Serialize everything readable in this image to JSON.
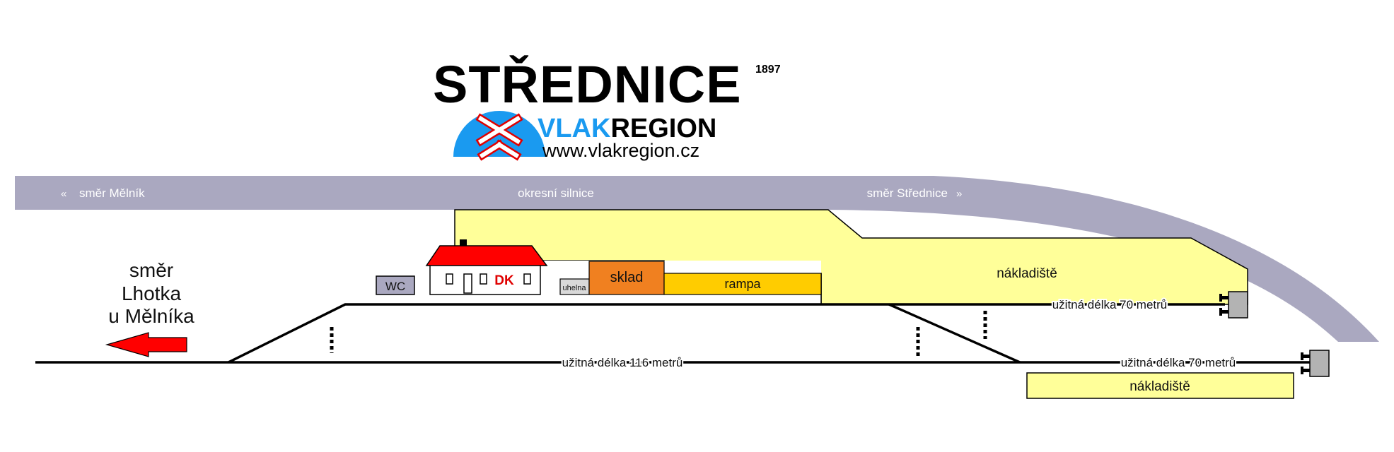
{
  "title": {
    "name": "STŘEDNICE",
    "year": "1897"
  },
  "logo": {
    "brand_blue": "VLAK",
    "brand_black": "REGION",
    "url": "www.vlakregion.cz",
    "blue_color": "#1a9af0"
  },
  "road": {
    "left": "směr Mělník",
    "center": "okresní silnice",
    "right": "směr Střednice",
    "color": "#aaa8c0"
  },
  "direction": {
    "line1": "směr",
    "line2": "Lhotka",
    "line3": "u Mělníka"
  },
  "buildings": {
    "wc": "WC",
    "station": "DK",
    "coal": "uhelna",
    "warehouse": "sklad",
    "ramp": "rampa"
  },
  "tracks": {
    "main": "užitná délka 116 metrů",
    "upper_siding": "užitná délka 70 metrů",
    "lower_siding": "užitná délka 70 metrů"
  },
  "yards": {
    "upper": "nákladiště",
    "lower": "nákladiště"
  },
  "colors": {
    "yard": "#ffff99",
    "warehouse": "#f08020",
    "ramp": "#ffcc00",
    "roof": "#ff0000",
    "buffer": "#b3b3b3"
  }
}
